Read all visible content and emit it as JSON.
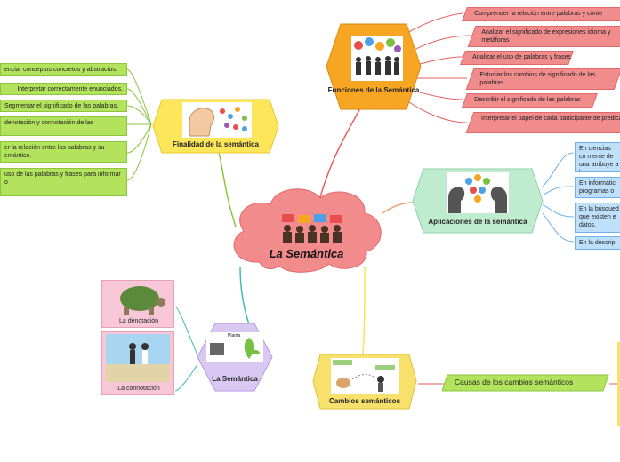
{
  "center": {
    "title": "La Semántica"
  },
  "funciones": {
    "title": "Funciones de la Semántica",
    "items": [
      "Comprender la relación entre palabras y conte",
      "Analizar el significado de expresiones idioma y metáforas",
      "Analizar el uso de palabras y frases",
      "Estudiar los cambios de significado de las palabras",
      "Describir el significado de las palabras",
      "Interpretar el papel de cada participante de predicado"
    ]
  },
  "finalidad": {
    "title": "Finalidad de la semántica",
    "items": [
      "enciar conceptos concretos y abstractos.",
      "Interpretar correctamente enunciados.",
      "Segmentar el significado de las palabras.",
      "denotación y connotación de las",
      "er la relación entre las palabras y su emántico.",
      "uso de las palabras y frases para informar o"
    ]
  },
  "aplicaciones": {
    "title": "Aplicaciones de la semántica",
    "items": [
      "En ciencias co mente de una atribuye a los",
      "En informátic programas o",
      "En la búsqued que existen e datos.",
      "En la descrip"
    ]
  },
  "semantica_node": {
    "title": "La Semántica",
    "image_caption": "Planta",
    "items": [
      "La denotación",
      "La connotación"
    ]
  },
  "cambios": {
    "title": "Cambios semánticos",
    "items": [
      "Causas de los cambios semánticos"
    ]
  },
  "colors": {
    "cloud": "#f28b8b",
    "funciones": "#f6a623",
    "finalidad": "#fde65a",
    "aplicaciones": "#bfeccf",
    "semantica": "#d9c8f2",
    "cambios": "#f7e06b",
    "red_leaf": "#f08c8c",
    "green_leaf": "#b3e35c",
    "blue_leaf": "#bfe0fb"
  }
}
